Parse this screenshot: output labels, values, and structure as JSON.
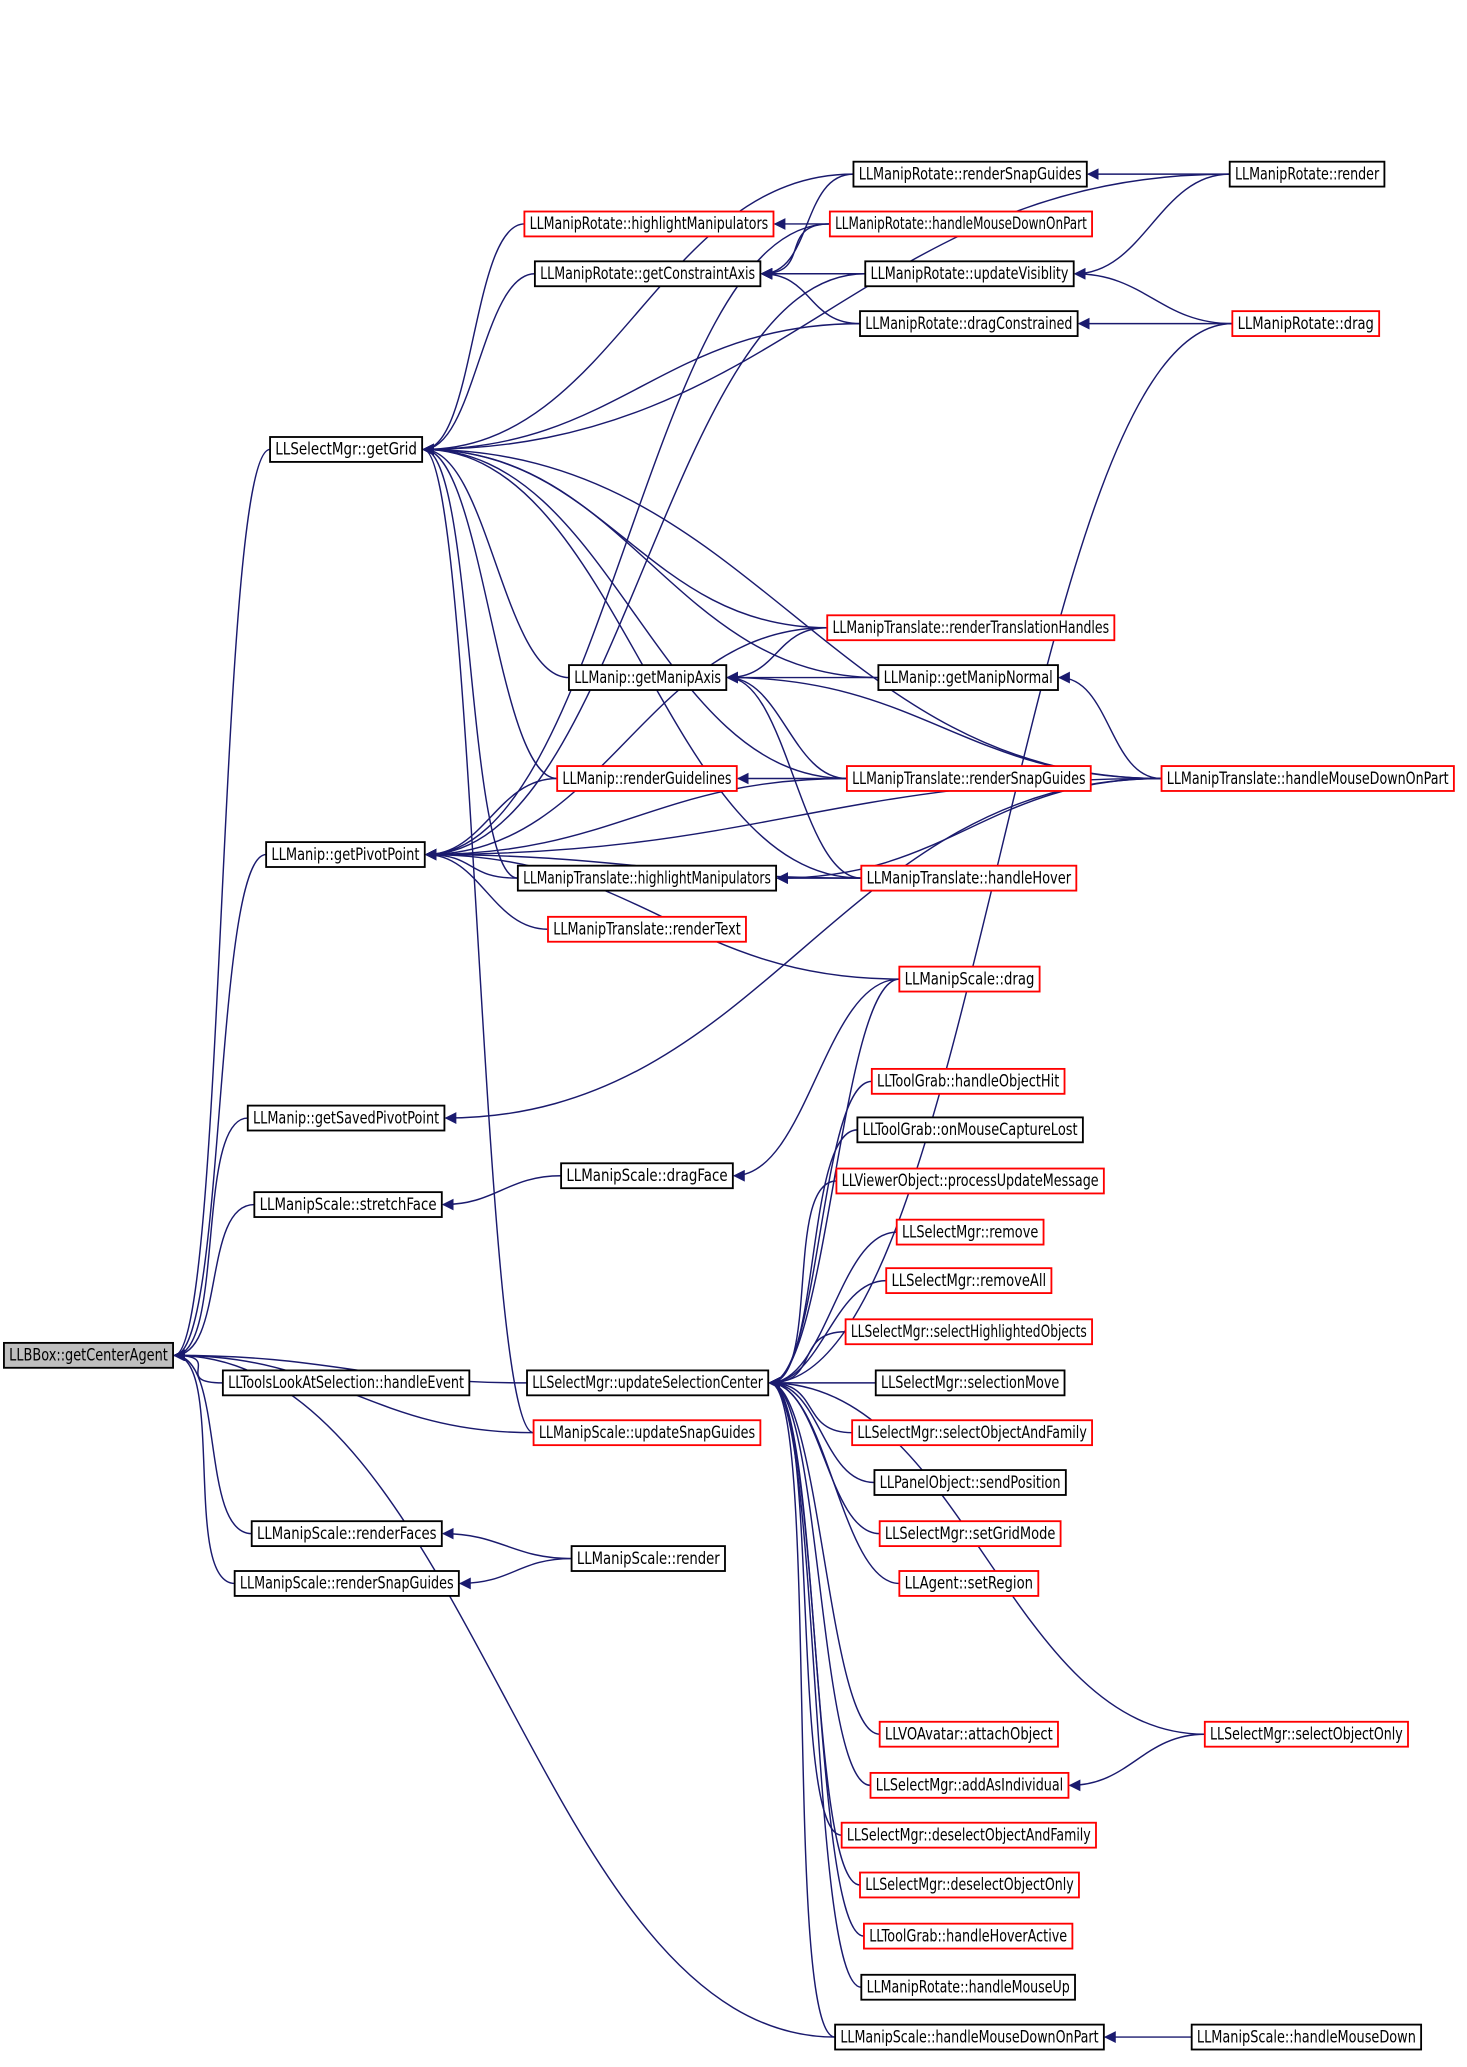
{
  "graph": {
    "colors": {
      "edge": "#1a1a6e",
      "box_default": "#000000",
      "box_highlight": "#ff0000",
      "root_fill": "#bfbfbf"
    },
    "nodes": [
      {
        "id": "root",
        "label": "LLBBox::getCenterAgent",
        "style": "root"
      },
      {
        "id": "toolslook",
        "label": "LLToolsLookAtSelection::handleEvent",
        "style": "black"
      },
      {
        "id": "updSelCenter",
        "label": "LLSelectMgr::updateSelectionCenter",
        "style": "black"
      },
      {
        "id": "scaleUpdSnap",
        "label": "LLManipScale::updateSnapGuides",
        "style": "red"
      },
      {
        "id": "scaleRenderFaces",
        "label": "LLManipScale::renderFaces",
        "style": "black"
      },
      {
        "id": "scaleRenderSnap",
        "label": "LLManipScale::renderSnapGuides",
        "style": "black"
      },
      {
        "id": "scaleRender",
        "label": "LLManipScale::render",
        "style": "black"
      },
      {
        "id": "scaleStretch",
        "label": "LLManipScale::stretchFace",
        "style": "black"
      },
      {
        "id": "scaleDragFace",
        "label": "LLManipScale::dragFace",
        "style": "black"
      },
      {
        "id": "savedPivot",
        "label": "LLManip::getSavedPivotPoint",
        "style": "black"
      },
      {
        "id": "pivot",
        "label": "LLManip::getPivotPoint",
        "style": "black"
      },
      {
        "id": "grid",
        "label": "LLSelectMgr::getGrid",
        "style": "black"
      },
      {
        "id": "manipAxis",
        "label": "LLManip::getManipAxis",
        "style": "black"
      },
      {
        "id": "manipNormal",
        "label": "LLManip::getManipNormal",
        "style": "black"
      },
      {
        "id": "renderGuidelines",
        "label": "LLManip::renderGuidelines",
        "style": "red"
      },
      {
        "id": "transHighlight",
        "label": "LLManipTranslate::highlightManipulators",
        "style": "black"
      },
      {
        "id": "transRenderText",
        "label": "LLManipTranslate::renderText",
        "style": "red"
      },
      {
        "id": "transRenderHandles",
        "label": "LLManipTranslate::renderTranslationHandles",
        "style": "red"
      },
      {
        "id": "transRenderSnap",
        "label": "LLManipTranslate::renderSnapGuides",
        "style": "red"
      },
      {
        "id": "transHover",
        "label": "LLManipTranslate::handleHover",
        "style": "red"
      },
      {
        "id": "transMouseDown",
        "label": "LLManipTranslate::handleMouseDownOnPart",
        "style": "red"
      },
      {
        "id": "rotHighlight",
        "label": "LLManipRotate::highlightManipulators",
        "style": "red"
      },
      {
        "id": "rotConstraint",
        "label": "LLManipRotate::getConstraintAxis",
        "style": "black"
      },
      {
        "id": "rotRenderSnap",
        "label": "LLManipRotate::renderSnapGuides",
        "style": "black"
      },
      {
        "id": "rotMouseDown",
        "label": "LLManipRotate::handleMouseDownOnPart",
        "style": "red"
      },
      {
        "id": "rotUpdVis",
        "label": "LLManipRotate::updateVisiblity",
        "style": "black"
      },
      {
        "id": "rotDragCons",
        "label": "LLManipRotate::dragConstrained",
        "style": "black"
      },
      {
        "id": "rotRender",
        "label": "LLManipRotate::render",
        "style": "black"
      },
      {
        "id": "rotDrag",
        "label": "LLManipRotate::drag",
        "style": "red"
      },
      {
        "id": "scaleDrag",
        "label": "LLManipScale::drag",
        "style": "red"
      },
      {
        "id": "grabObjHit",
        "label": "LLToolGrab::handleObjectHit",
        "style": "red"
      },
      {
        "id": "grabCapLost",
        "label": "LLToolGrab::onMouseCaptureLost",
        "style": "black"
      },
      {
        "id": "viewerProc",
        "label": "LLViewerObject::processUpdateMessage",
        "style": "red"
      },
      {
        "id": "selRemove",
        "label": "LLSelectMgr::remove",
        "style": "red"
      },
      {
        "id": "selRemoveAll",
        "label": "LLSelectMgr::removeAll",
        "style": "red"
      },
      {
        "id": "selHighlighted",
        "label": "LLSelectMgr::selectHighlightedObjects",
        "style": "red"
      },
      {
        "id": "selMove",
        "label": "LLSelectMgr::selectionMove",
        "style": "black"
      },
      {
        "id": "selObjFamily",
        "label": "LLSelectMgr::selectObjectAndFamily",
        "style": "red"
      },
      {
        "id": "panelSendPos",
        "label": "LLPanelObject::sendPosition",
        "style": "black"
      },
      {
        "id": "selGridMode",
        "label": "LLSelectMgr::setGridMode",
        "style": "red"
      },
      {
        "id": "agentSetRegion",
        "label": "LLAgent::setRegion",
        "style": "red"
      },
      {
        "id": "selObjOnly",
        "label": "LLSelectMgr::selectObjectOnly",
        "style": "red"
      },
      {
        "id": "avatarAttach",
        "label": "LLVOAvatar::attachObject",
        "style": "red"
      },
      {
        "id": "selAddIndiv",
        "label": "LLSelectMgr::addAsIndividual",
        "style": "red"
      },
      {
        "id": "selDeselFamily",
        "label": "LLSelectMgr::deselectObjectAndFamily",
        "style": "red"
      },
      {
        "id": "selDeselOnly",
        "label": "LLSelectMgr::deselectObjectOnly",
        "style": "red"
      },
      {
        "id": "grabHoverActive",
        "label": "LLToolGrab::handleHoverActive",
        "style": "red"
      },
      {
        "id": "rotMouseUp",
        "label": "LLManipRotate::handleMouseUp",
        "style": "black"
      },
      {
        "id": "scaleMouseDownPart",
        "label": "LLManipScale::handleMouseDownOnPart",
        "style": "black"
      },
      {
        "id": "scaleMouseDown",
        "label": "LLManipScale::handleMouseDown",
        "style": "black"
      }
    ],
    "edges": [
      [
        "toolslook",
        "root"
      ],
      [
        "updSelCenter",
        "root"
      ],
      [
        "scaleUpdSnap",
        "root"
      ],
      [
        "scaleRenderFaces",
        "root"
      ],
      [
        "scaleRenderSnap",
        "root"
      ],
      [
        "scaleStretch",
        "root"
      ],
      [
        "savedPivot",
        "root"
      ],
      [
        "pivot",
        "root"
      ],
      [
        "grid",
        "root"
      ],
      [
        "scaleMouseDownPart",
        "root"
      ],
      [
        "scaleRender",
        "scaleRenderFaces"
      ],
      [
        "scaleRender",
        "scaleRenderSnap"
      ],
      [
        "scaleDragFace",
        "scaleStretch"
      ],
      [
        "transMouseDown",
        "savedPivot"
      ],
      [
        "scaleDrag",
        "scaleDragFace"
      ],
      [
        "renderGuidelines",
        "pivot"
      ],
      [
        "transHighlight",
        "pivot"
      ],
      [
        "transRenderText",
        "pivot"
      ],
      [
        "transRenderSnap",
        "pivot"
      ],
      [
        "transMouseDown",
        "pivot"
      ],
      [
        "transHover",
        "pivot"
      ],
      [
        "transRenderHandles",
        "pivot"
      ],
      [
        "rotMouseDown",
        "pivot"
      ],
      [
        "rotUpdVis",
        "pivot"
      ],
      [
        "scaleDrag",
        "pivot"
      ],
      [
        "rotHighlight",
        "grid"
      ],
      [
        "rotConstraint",
        "grid"
      ],
      [
        "rotRenderSnap",
        "grid"
      ],
      [
        "rotDragCons",
        "grid"
      ],
      [
        "rotRender",
        "grid"
      ],
      [
        "manipAxis",
        "grid"
      ],
      [
        "manipNormal",
        "grid"
      ],
      [
        "renderGuidelines",
        "grid"
      ],
      [
        "transHighlight",
        "grid"
      ],
      [
        "transRenderHandles",
        "grid"
      ],
      [
        "transRenderSnap",
        "grid"
      ],
      [
        "transMouseDown",
        "grid"
      ],
      [
        "transHover",
        "grid"
      ],
      [
        "scaleUpdSnap",
        "grid"
      ],
      [
        "transRenderHandles",
        "manipAxis"
      ],
      [
        "manipNormal",
        "manipAxis"
      ],
      [
        "transRenderSnap",
        "manipAxis"
      ],
      [
        "transHover",
        "manipAxis"
      ],
      [
        "transMouseDown",
        "manipAxis"
      ],
      [
        "transMouseDown",
        "manipNormal"
      ],
      [
        "transRenderSnap",
        "renderGuidelines"
      ],
      [
        "transHover",
        "transHighlight"
      ],
      [
        "transMouseDown",
        "transHighlight"
      ],
      [
        "rotMouseDown",
        "rotHighlight"
      ],
      [
        "rotRender",
        "rotRenderSnap"
      ],
      [
        "rotDrag",
        "rotDragCons"
      ],
      [
        "rotRenderSnap",
        "rotConstraint"
      ],
      [
        "rotMouseDown",
        "rotConstraint"
      ],
      [
        "rotUpdVis",
        "rotConstraint"
      ],
      [
        "rotDragCons",
        "rotConstraint"
      ],
      [
        "rotRender",
        "rotUpdVis"
      ],
      [
        "rotDrag",
        "rotUpdVis"
      ],
      [
        "scaleDrag",
        "updSelCenter"
      ],
      [
        "grabObjHit",
        "updSelCenter"
      ],
      [
        "grabCapLost",
        "updSelCenter"
      ],
      [
        "viewerProc",
        "updSelCenter"
      ],
      [
        "selRemove",
        "updSelCenter"
      ],
      [
        "selRemoveAll",
        "updSelCenter"
      ],
      [
        "selHighlighted",
        "updSelCenter"
      ],
      [
        "selMove",
        "updSelCenter"
      ],
      [
        "selObjFamily",
        "updSelCenter"
      ],
      [
        "panelSendPos",
        "updSelCenter"
      ],
      [
        "selGridMode",
        "updSelCenter"
      ],
      [
        "agentSetRegion",
        "updSelCenter"
      ],
      [
        "selObjOnly",
        "updSelCenter"
      ],
      [
        "avatarAttach",
        "updSelCenter"
      ],
      [
        "selAddIndiv",
        "updSelCenter"
      ],
      [
        "selDeselFamily",
        "updSelCenter"
      ],
      [
        "selDeselOnly",
        "updSelCenter"
      ],
      [
        "grabHoverActive",
        "updSelCenter"
      ],
      [
        "rotMouseUp",
        "updSelCenter"
      ],
      [
        "scaleMouseDownPart",
        "updSelCenter"
      ],
      [
        "rotDrag",
        "updSelCenter"
      ],
      [
        "scaleMouseDown",
        "scaleMouseDownPart"
      ],
      [
        "selObjOnly",
        "selAddIndiv"
      ]
    ]
  }
}
